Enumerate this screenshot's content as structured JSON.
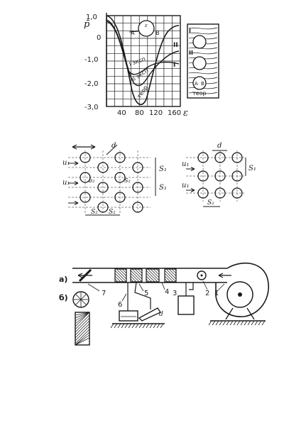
{
  "plot": {
    "y_axis_symbol": "p̄",
    "x_axis_symbol": "ε",
    "y_ticks": [
      "1,0",
      "0",
      "-1,0",
      "-2,0",
      "-3,0"
    ],
    "x_ticks": [
      "40",
      "80",
      "120",
      "160"
    ],
    "curve_labels": {
      "exp1": "I эксп",
      "exp2": "II эксп",
      "theory": "теор"
    },
    "inset_labels": {
      "A": "A",
      "B": "B"
    },
    "roman": {
      "one": "I",
      "two": "II"
    }
  },
  "flow_strip": {
    "roman_one": "I",
    "roman_two": "II",
    "label_theory": "теор",
    "A": "A",
    "B": "B"
  },
  "tube_bank_left": {
    "u1": "u₁",
    "u2": "u₁",
    "d": "d",
    "s1_top": "S₁",
    "s1_bottom": "S₁",
    "s2_left": "S₂",
    "s2_right": "S₂",
    "s2_mid_label": "S₂",
    "b2_label": "b₂"
  },
  "tube_bank_right": {
    "u1": "u₁",
    "u2": "u₁",
    "d": "d",
    "s1": "S₁",
    "s2": "S₂"
  },
  "apparatus": {
    "label_a": "а)",
    "label_b": "б)",
    "n1": "1",
    "n2": "2",
    "n3": "3",
    "n4": "4",
    "n5": "5",
    "n6": "6",
    "n7": "7",
    "n_d": "d"
  }
}
